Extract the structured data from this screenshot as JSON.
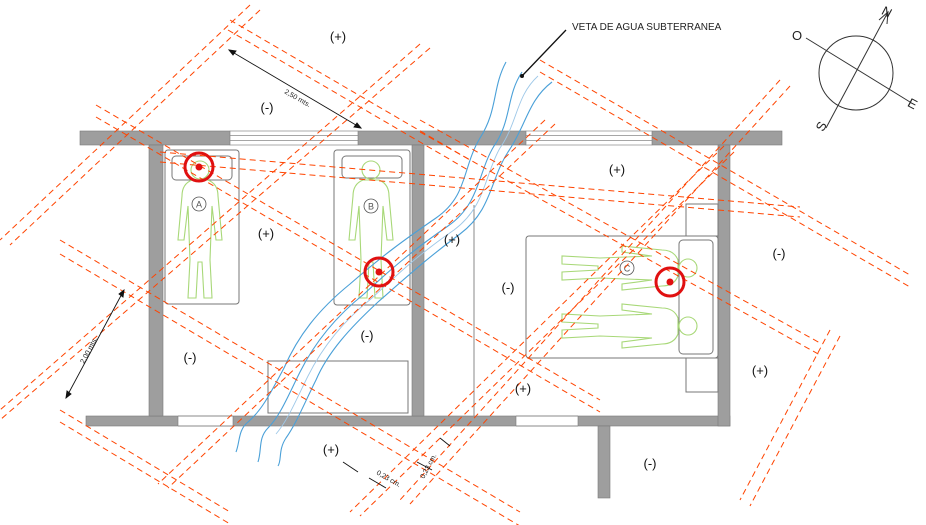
{
  "annotation": {
    "vein_label": "VETA DE AGUA SUBTERRANEA"
  },
  "compass": {
    "north": "N",
    "west": "O",
    "east": "E",
    "south": "S"
  },
  "dimensions": {
    "spacing_a": "2,50 mts.",
    "spacing_b": "2,00 mts.",
    "wall_a": "0,23 cm.",
    "wall_b": "0,23 cm."
  },
  "persons": {
    "a": "A",
    "b": "B",
    "c": "C"
  },
  "polarity": {
    "p1": "(+)",
    "p2": "(-)",
    "p3": "(+)",
    "p4": "(+)",
    "p5": "(+)",
    "p6": "(-)",
    "p7": "(-)",
    "p8": "(-)",
    "p9": "(-)",
    "p10": "(+)",
    "p11": "(+)",
    "p12": "(+)",
    "p13": "(-)"
  },
  "colors": {
    "wall": "#9e9e9e",
    "grid_line": "#ff4400",
    "water_vein": "#4aa0d8",
    "figure": "#a8d878",
    "target_circle": "#e01010"
  }
}
